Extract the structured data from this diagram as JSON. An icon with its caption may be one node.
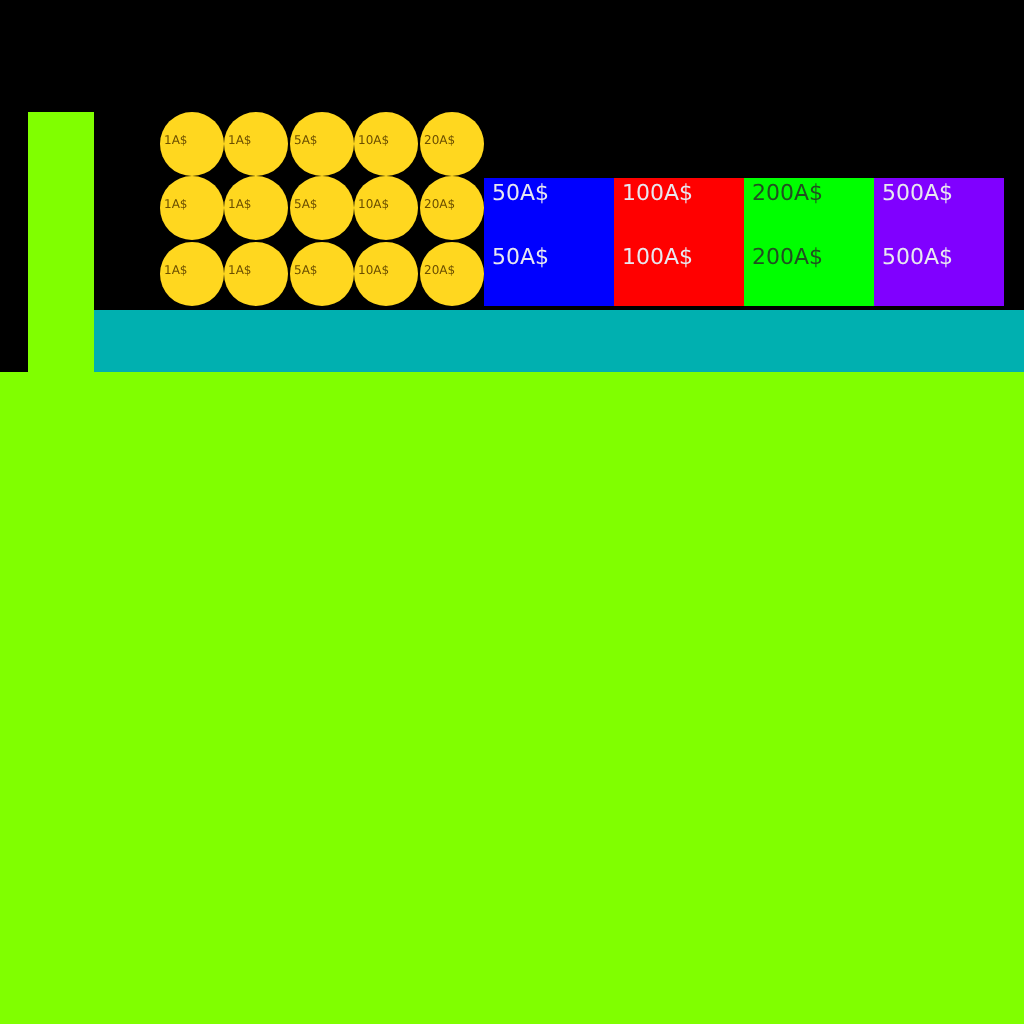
{
  "diagram": {
    "nodes": [
      {
        "text": [
          "1A$"
        ]
      },
      {
        "text": [
          "1A$"
        ]
      },
      {
        "text": [
          "5A$"
        ]
      },
      {
        "text": [
          "10A$"
        ]
      },
      {
        "text": [
          "20A$"
        ]
      },
      {
        "text": [
          "1A$"
        ]
      },
      {
        "text": [
          "1A$"
        ]
      },
      {
        "text": [
          "5A$"
        ]
      },
      {
        "text": [
          "10A$"
        ]
      },
      {
        "text": [
          "20A$"
        ]
      },
      {
        "text": [
          "1A$"
        ]
      },
      {
        "text": [
          "1A$"
        ]
      },
      {
        "text": [
          "5A$"
        ]
      },
      {
        "text": [
          "10A$"
        ]
      },
      {
        "text": [
          "20A$"
        ]
      },
      {
        "text": [
          "50A$"
        ]
      },
      {
        "text": [
          "100A$"
        ]
      },
      {
        "text": [
          "200A$"
        ]
      },
      {
        "text": [
          "500A$"
        ]
      },
      {
        "text": [
          "50A$"
        ]
      },
      {
        "text": [
          "100A$"
        ]
      },
      {
        "text": [
          "200A$"
        ]
      },
      {
        "text": [
          "500A$"
        ]
      },
      {
        "text": [],
        "shape": "bar"
      },
      {
        "text": [],
        "shape": "bar"
      },
      {
        "text": [],
        "shape": "bar"
      }
    ]
  }
}
